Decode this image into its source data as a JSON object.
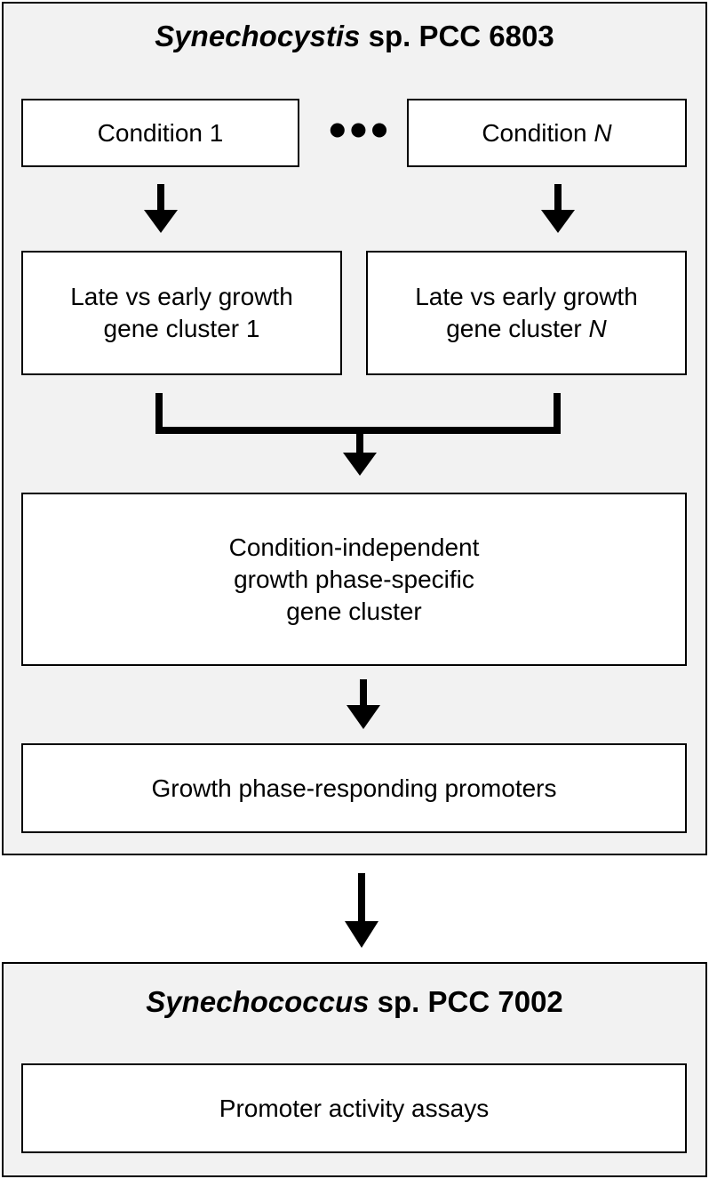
{
  "panel1": {
    "title_italic": "Synechocystis",
    "title_rest": " sp. PCC 6803",
    "condition_1": "Condition 1",
    "ellipsis": "•••",
    "condition_n_prefix": "Condition ",
    "condition_n_var": "N",
    "cluster_1_line1": "Late vs early growth",
    "cluster_1_line2": "gene cluster 1",
    "cluster_n_line1": "Late vs early growth",
    "cluster_n_line2_prefix": "gene cluster ",
    "cluster_n_var": "N",
    "independent_line1": "Condition-independent",
    "independent_line2": "growth phase-specific",
    "independent_line3": "gene cluster",
    "promoters": "Growth phase-responding promoters"
  },
  "panel2": {
    "title_italic": "Synechococcus",
    "title_rest": " sp. PCC 7002",
    "assays": "Promoter activity assays"
  }
}
